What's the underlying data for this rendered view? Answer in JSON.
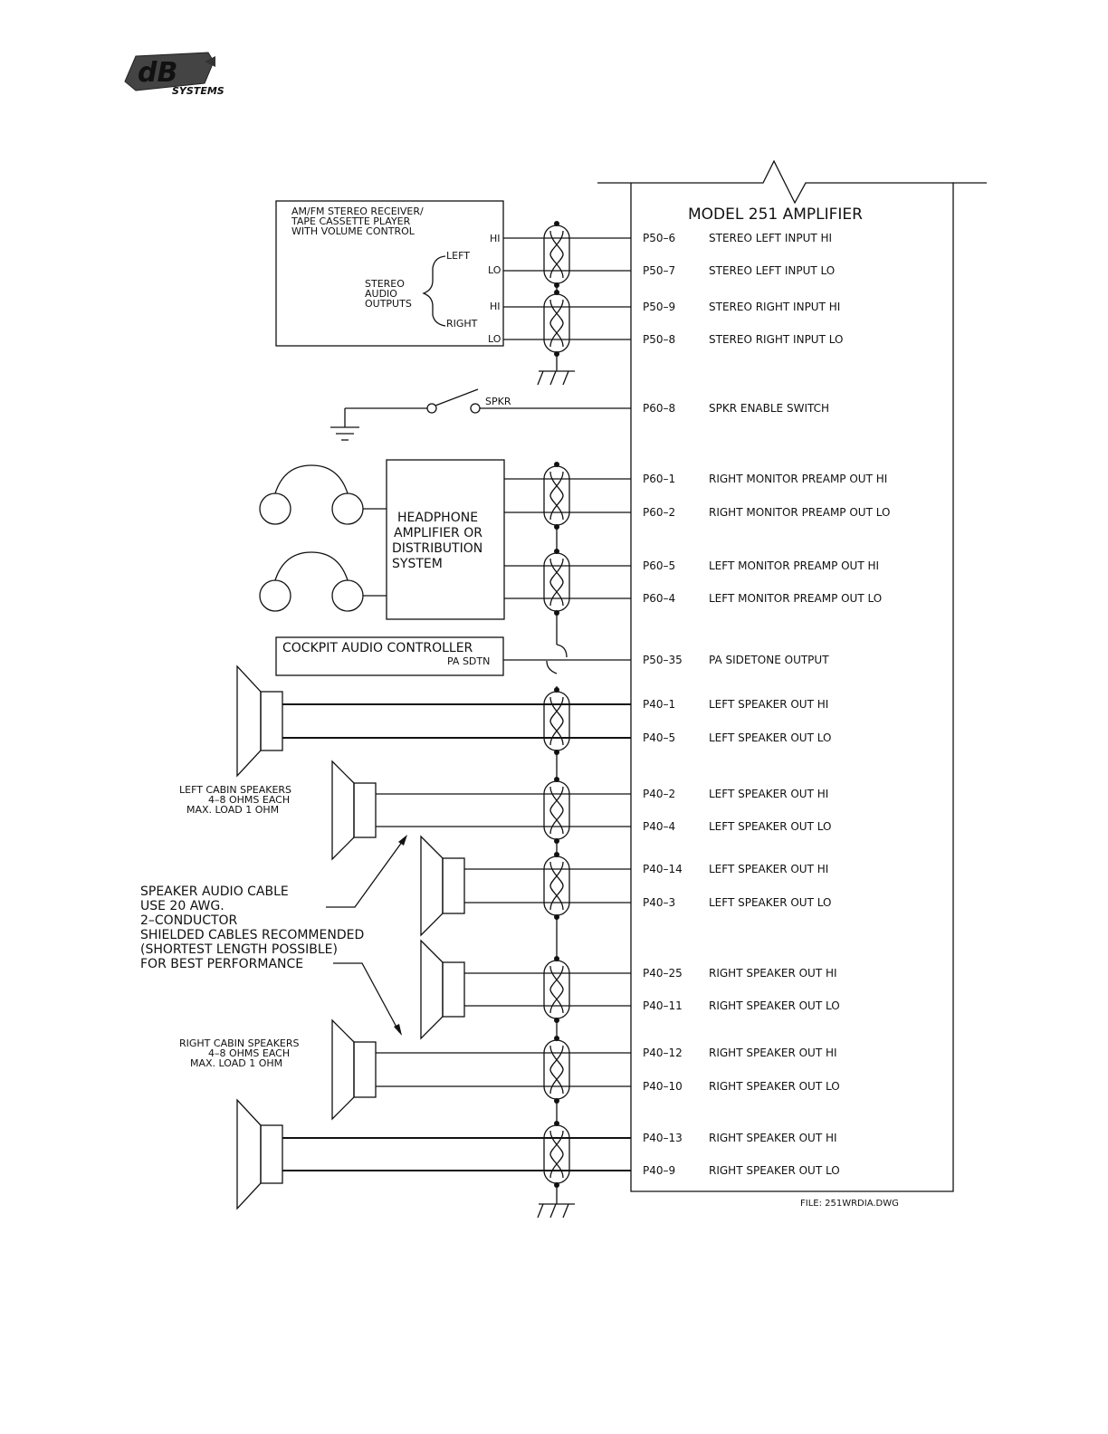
{
  "logo": {
    "mark": "dB",
    "text": "SYSTEMS"
  },
  "amp": {
    "title": "MODEL 251 AMPLIFIER"
  },
  "receiver": {
    "lines": [
      "AM/FM STEREO RECEIVER/",
      "TAPE CASSETTE PLAYER",
      "WITH VOLUME CONTROL"
    ],
    "left": "LEFT",
    "right": "RIGHT",
    "stereo": [
      "STEREO",
      "AUDIO",
      "OUTPUTS"
    ],
    "hi": "HI",
    "lo": "LO"
  },
  "switch_label": "SPKR",
  "headphone": [
    "HEADPHONE",
    "AMPLIFIER OR",
    "DISTRIBUTION",
    "SYSTEM"
  ],
  "cockpit": {
    "title": "COCKPIT AUDIO CONTROLLER",
    "sub": "PA SDTN"
  },
  "left_cabin": [
    "LEFT CABIN SPEAKERS",
    "4–8 OHMS EACH",
    "MAX. LOAD 1 OHM"
  ],
  "right_cabin": [
    "RIGHT CABIN SPEAKERS",
    "4–8 OHMS EACH",
    "MAX. LOAD 1 OHM"
  ],
  "cable_note": [
    "SPEAKER AUDIO CABLE",
    "USE 20 AWG.",
    "2–CONDUCTOR",
    "SHIELDED CABLES RECOMMENDED",
    "(SHORTEST LENGTH POSSIBLE)",
    "FOR BEST PERFORMANCE"
  ],
  "pins": [
    {
      "pin": "P50–6",
      "desc": "STEREO LEFT INPUT HI"
    },
    {
      "pin": "P50–7",
      "desc": "STEREO LEFT INPUT LO"
    },
    {
      "pin": "P50–9",
      "desc": "STEREO RIGHT INPUT HI"
    },
    {
      "pin": "P50–8",
      "desc": "STEREO RIGHT INPUT LO"
    },
    {
      "pin": "P60–8",
      "desc": "SPKR ENABLE SWITCH"
    },
    {
      "pin": "P60–1",
      "desc": "RIGHT MONITOR PREAMP OUT HI"
    },
    {
      "pin": "P60–2",
      "desc": "RIGHT MONITOR PREAMP OUT LO"
    },
    {
      "pin": "P60–5",
      "desc": "LEFT MONITOR PREAMP OUT HI"
    },
    {
      "pin": "P60–4",
      "desc": "LEFT MONITOR PREAMP OUT LO"
    },
    {
      "pin": "P50–35",
      "desc": "PA SIDETONE OUTPUT"
    },
    {
      "pin": "P40–1",
      "desc": "LEFT SPEAKER OUT HI"
    },
    {
      "pin": "P40–5",
      "desc": "LEFT SPEAKER OUT LO"
    },
    {
      "pin": "P40–2",
      "desc": "LEFT SPEAKER OUT HI"
    },
    {
      "pin": "P40–4",
      "desc": "LEFT SPEAKER OUT LO"
    },
    {
      "pin": "P40–14",
      "desc": "LEFT SPEAKER OUT HI"
    },
    {
      "pin": "P40–3",
      "desc": "LEFT SPEAKER OUT LO"
    },
    {
      "pin": "P40–25",
      "desc": "RIGHT SPEAKER OUT HI"
    },
    {
      "pin": "P40–11",
      "desc": "RIGHT SPEAKER OUT LO"
    },
    {
      "pin": "P40–12",
      "desc": "RIGHT SPEAKER OUT HI"
    },
    {
      "pin": "P40–10",
      "desc": "RIGHT SPEAKER OUT LO"
    },
    {
      "pin": "P40–13",
      "desc": "RIGHT SPEAKER OUT HI"
    },
    {
      "pin": "P40–9",
      "desc": "RIGHT SPEAKER OUT LO"
    }
  ],
  "file_label": "FILE: 251WRDIA.DWG"
}
